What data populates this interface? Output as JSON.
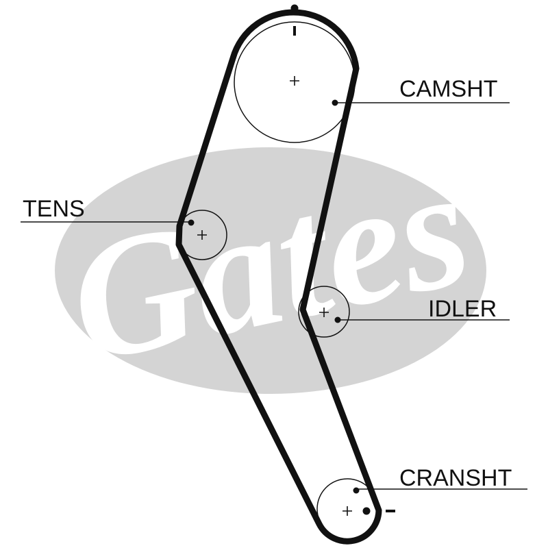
{
  "watermark": {
    "text": "Gates"
  },
  "colors": {
    "ink": "#111111",
    "watermark_oval": "#d4d4d4",
    "watermark_text": "#ffffff",
    "background": "#ffffff"
  },
  "labels": {
    "camshaft": "CAMSHT",
    "tensioner": "TENS",
    "idler": "IDLER",
    "crankshaft": "CRANSHT"
  },
  "markers": {
    "top": "•",
    "minus": "-"
  }
}
